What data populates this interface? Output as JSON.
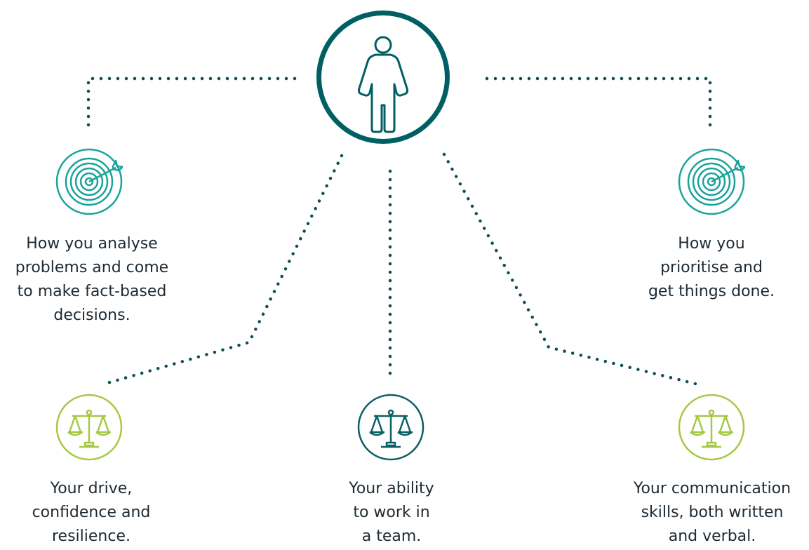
{
  "colors": {
    "hub": "#005f62",
    "teal": "#1aa39a",
    "green": "#a6c845",
    "dark_teal": "#0a5f63",
    "dots": "#0b4f55",
    "text": "#1e2a33"
  },
  "hub": {
    "icon": "person-icon"
  },
  "items": [
    {
      "id": "analyse",
      "icon": "target-icon",
      "label": "How you analyse\nproblems and come\nto make fact-based\ndecisions."
    },
    {
      "id": "prioritise",
      "icon": "target-icon",
      "label": "How you\nprioritise and\nget things done."
    },
    {
      "id": "drive",
      "icon": "scales-icon",
      "label": "Your drive,\nconfidence and\nresilience."
    },
    {
      "id": "team",
      "icon": "scales-icon",
      "label": "Your ability\nto work in\na team."
    },
    {
      "id": "communication",
      "icon": "scales-icon",
      "label": "Your communication\nskills, both written\nand verbal."
    }
  ]
}
